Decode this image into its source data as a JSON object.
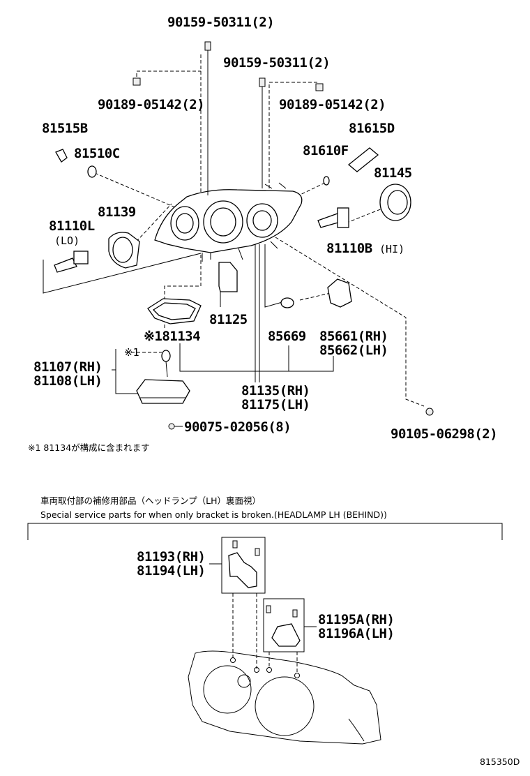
{
  "labels": {
    "p90159_left": "90159-50311(2)",
    "p90159_right": "90159-50311(2)",
    "p90189_left": "90189-05142(2)",
    "p90189_right": "90189-05142(2)",
    "p81515B": "81515B",
    "p81510C": "81510C",
    "p81615D": "81615D",
    "p81610F": "81610F",
    "p81145": "81145",
    "p81139": "81139",
    "p81110L": "81110L",
    "p81110L_sub": "(LO)",
    "p81110B": "81110B",
    "p81110B_sub": "(HI)",
    "p81125": "81125",
    "p81134": "※181134",
    "p85669": "85669",
    "p85661": "85661(RH)",
    "p85662": "85662(LH)",
    "p81107": "81107(RH)",
    "p81108": "81108(LH)",
    "mark1": "※1",
    "p81135": "81135(RH)",
    "p81175": "81175(LH)",
    "p90075": "90075-02056(8)",
    "p90105": "90105-06298(2)",
    "p81193": "81193(RH)",
    "p81194": "81194(LH)",
    "p81195A": "81195A(RH)",
    "p81196A": "81196A(LH)"
  },
  "notes": {
    "footnote": "※1 81134が構成に含まれます",
    "section_ja": "車両取付部の補修用部品（ヘッドランプ（LH）裏面視）",
    "section_en": "Special service parts for when only bracket is broken.(HEADLAMP LH (BEHIND))",
    "diagram_code": "815350D"
  }
}
